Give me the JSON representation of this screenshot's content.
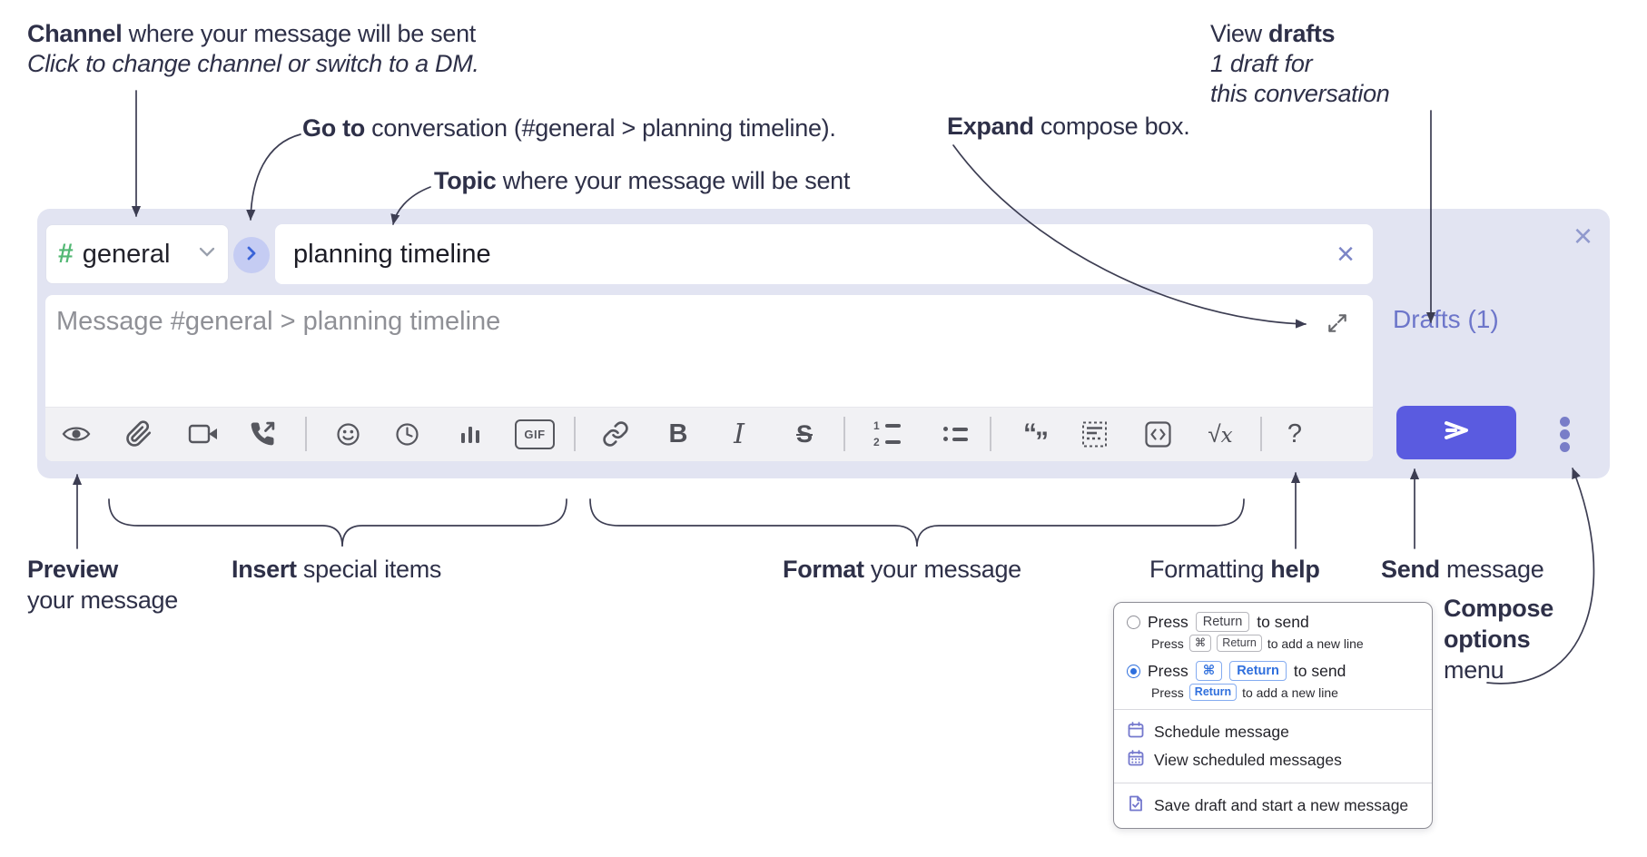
{
  "annotations": {
    "channel": {
      "bold": "Channel",
      "rest": " where your message will be sent",
      "sub": "Click to change channel or switch to a DM."
    },
    "goto": {
      "bold": "Go to",
      "rest": " conversation (#general > planning timeline)."
    },
    "topic": {
      "bold": "Topic",
      "rest": " where your message will be sent"
    },
    "expand": {
      "bold": "Expand",
      "rest": " compose box."
    },
    "drafts": {
      "pre": "View ",
      "bold": "drafts",
      "line2": "1 draft for",
      "line3": "this conversation"
    },
    "preview": {
      "bold": "Preview",
      "line2": "your message"
    },
    "insert": {
      "bold": "Insert",
      "rest": " special items"
    },
    "format": {
      "bold": "Format",
      "rest": " your message"
    },
    "formatting_help": {
      "pre": "Formatting ",
      "bold": "help"
    },
    "send": {
      "bold": "Send",
      "rest": " message"
    },
    "compose_options": {
      "bold1": "Compose",
      "bold2": "options",
      "rest": "menu"
    }
  },
  "compose": {
    "channel": {
      "hash": "#",
      "name": "general"
    },
    "topic": {
      "value": "planning timeline",
      "clear_icon": "×"
    },
    "message": {
      "placeholder": "Message #general > planning timeline"
    },
    "drafts_link": "Drafts (1)",
    "close_icon": "×",
    "toolbar": {
      "gif": "GIF",
      "bold": "B",
      "italic": "I",
      "strike": "S",
      "quote_open": "“",
      "quote_close": "”",
      "ol1": "1",
      "ol2": "2",
      "sqrt": "√",
      "sqrt_x": "x",
      "help": "?"
    }
  },
  "popup": {
    "options": [
      {
        "press": "Press",
        "keys": [
          "Return"
        ],
        "after": "to send",
        "selected": false,
        "sub": {
          "press": "Press",
          "keys": [
            "⌘",
            "Return"
          ],
          "after": "to add a new line"
        }
      },
      {
        "press": "Press",
        "keys": [
          "⌘",
          "Return"
        ],
        "after": "to send",
        "selected": true,
        "sub": {
          "press": "Press",
          "keys": [
            "Return"
          ],
          "after": "to add a new line"
        }
      }
    ],
    "menu_items": [
      "Schedule message",
      "View scheduled messages",
      "Save draft and start a new message"
    ]
  },
  "colors": {
    "container": "#e2e4f2",
    "send_button": "#5a5be0",
    "accent_link": "#6d76ca",
    "channel_green": "#53b874",
    "kbd_blue": "#2f6fdd",
    "arrow": "#3c3d52"
  }
}
